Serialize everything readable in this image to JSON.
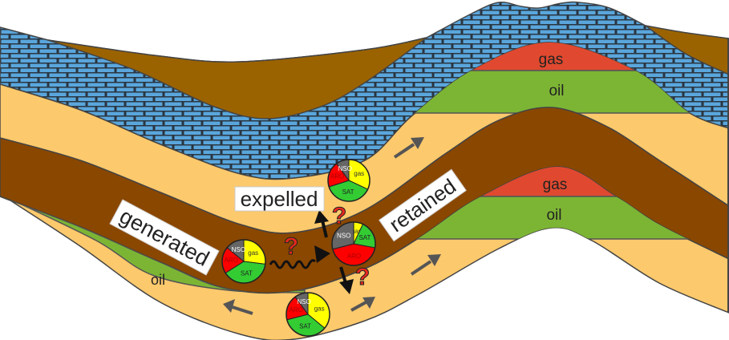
{
  "labels": {
    "generated": "generated",
    "expelled": "expelled",
    "retained": "retained",
    "upper_gas": "gas",
    "upper_oil": "oil",
    "lower_gas": "gas",
    "lower_oil": "oil",
    "left_oil": "oil",
    "question_mark": "?"
  },
  "colors": {
    "brick": "#5aa6dc",
    "sand": "#fcc96c",
    "source_rock": "#8a4700",
    "overburden": "#9b6300",
    "oil": "#7cb534",
    "gas": "#e0492f",
    "pie_gas": "#ffff00",
    "pie_sat": "#33cc33",
    "pie_aro": "#ff0000",
    "pie_nso": "#666666"
  },
  "pies": [
    {
      "name": "generated",
      "segments": [
        {
          "label": "gas",
          "value": 0.27
        },
        {
          "label": "SAT",
          "value": 0.39
        },
        {
          "label": "ARO",
          "value": 0.2
        },
        {
          "label": "NSO",
          "value": 0.14
        }
      ]
    },
    {
      "name": "expelled",
      "segments": [
        {
          "label": "gas",
          "value": 0.32
        },
        {
          "label": "SAT",
          "value": 0.38
        },
        {
          "label": "ARO",
          "value": 0.2
        },
        {
          "label": "NSO",
          "value": 0.1
        }
      ]
    },
    {
      "name": "retained",
      "segments": [
        {
          "label": "gas",
          "value": 0.07
        },
        {
          "label": "SAT",
          "value": 0.21
        },
        {
          "label": "ARO",
          "value": 0.43
        },
        {
          "label": "NSO",
          "value": 0.29
        }
      ]
    },
    {
      "name": "migrated-down",
      "segments": [
        {
          "label": "gas",
          "value": 0.36
        },
        {
          "label": "SAT",
          "value": 0.35
        },
        {
          "label": "ARO",
          "value": 0.19
        },
        {
          "label": "NSO",
          "value": 0.1
        }
      ]
    }
  ]
}
